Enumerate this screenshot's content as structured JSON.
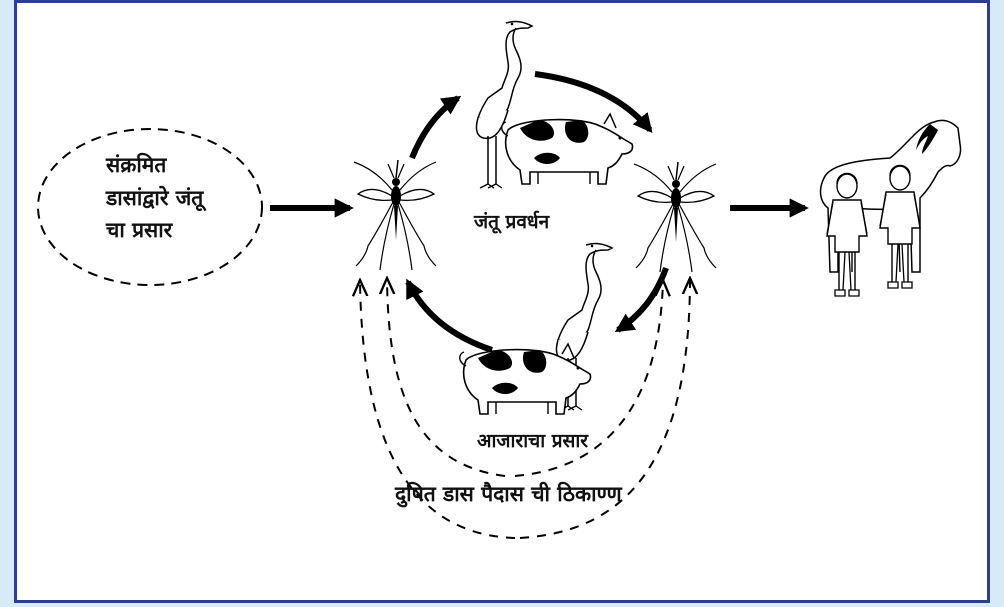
{
  "labels": {
    "infected_line1": "संक्रमित",
    "infected_line2": "डासांद्वारे जंतू",
    "infected_line3": "चा प्रसार",
    "amplification": "जंतू  प्रवर्धन",
    "disease_spread": "आजाराचा प्रसार",
    "breeding_sites": "दुषित डास पैदास ची ठिकाण्ण"
  },
  "icons": [
    "mosquito-icon",
    "heron-icon",
    "pig-icon",
    "girl-icon",
    "boy-icon",
    "horse-icon"
  ]
}
